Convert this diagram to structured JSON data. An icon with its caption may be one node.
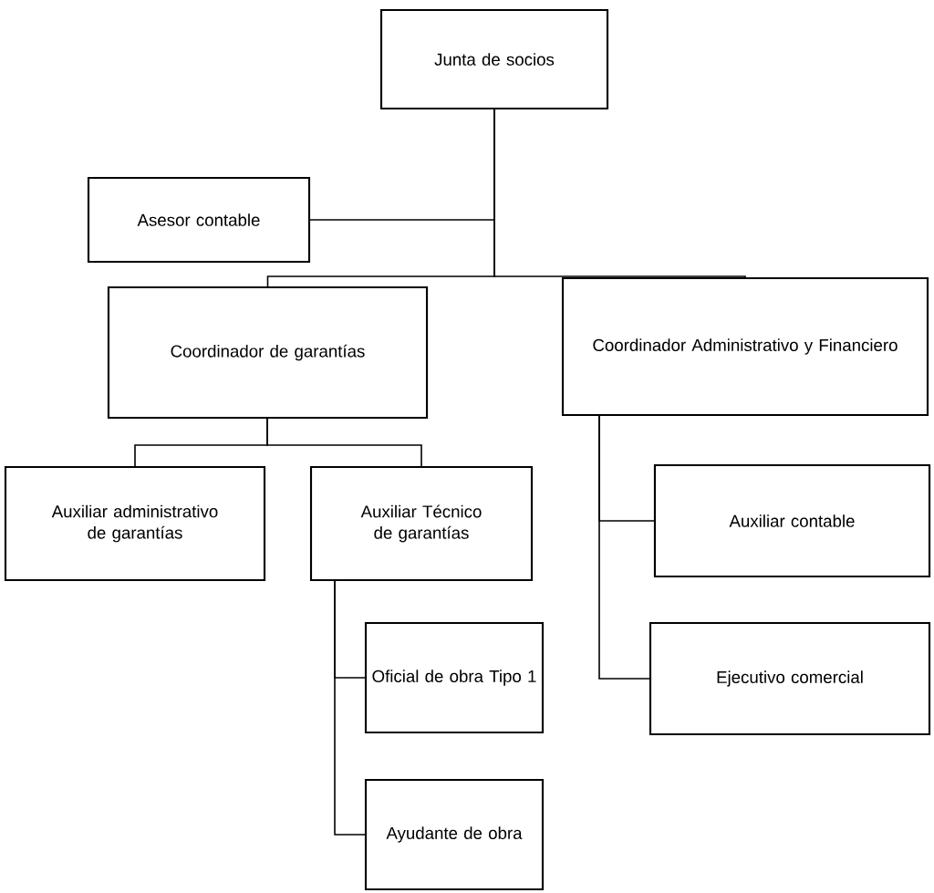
{
  "diagram": {
    "nodes": [
      {
        "text": [
          "Junta de socios"
        ]
      },
      {
        "text": [
          "Asesor contable"
        ]
      },
      {
        "text": [
          "Coordinador de garantías"
        ]
      },
      {
        "text": [
          "Coordinador Administrativo y Financiero"
        ]
      },
      {
        "text": [
          "Auxiliar administrativo de garantías"
        ]
      },
      {
        "text": [
          "Auxiliar Técnico de garantías"
        ]
      },
      {
        "text": [
          "Auxiliar contable"
        ]
      },
      {
        "text": [
          "Oficial de obra Tipo 1"
        ]
      },
      {
        "text": [
          "Ejecutivo comercial"
        ]
      },
      {
        "text": [
          "Ayudante de obra"
        ]
      }
    ],
    "edges": [
      {
        "from": 0,
        "to": 1,
        "arrow": "none"
      },
      {
        "from": 0,
        "to": 2,
        "arrow": "none"
      },
      {
        "from": 0,
        "to": 3,
        "arrow": "none"
      },
      {
        "from": 2,
        "to": 4,
        "arrow": "none"
      },
      {
        "from": 2,
        "to": 5,
        "arrow": "none"
      },
      {
        "from": 5,
        "to": 7,
        "arrow": "none"
      },
      {
        "from": 5,
        "to": 9,
        "arrow": "none"
      },
      {
        "from": 3,
        "to": 6,
        "arrow": "none"
      },
      {
        "from": 3,
        "to": 8,
        "arrow": "none"
      }
    ]
  }
}
